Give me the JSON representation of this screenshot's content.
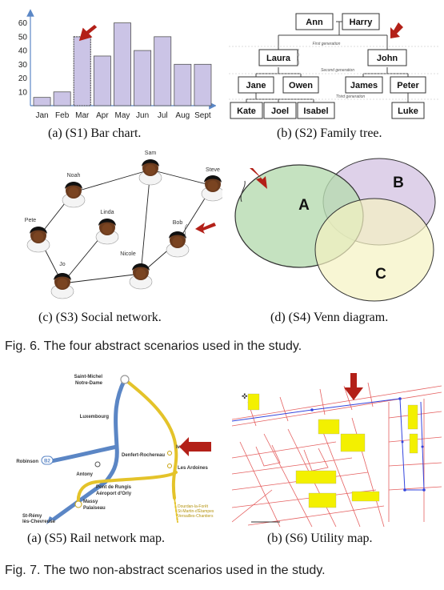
{
  "fig6": {
    "caption": "Fig. 6. The four abstract scenarios used in the study.",
    "s1": {
      "caption": "(a)  (S1) Bar chart.",
      "chart_data": {
        "type": "bar",
        "categories": [
          "Jan",
          "Feb",
          "Mar",
          "Apr",
          "May",
          "Jun",
          "Jul",
          "Aug",
          "Sept"
        ],
        "values": [
          6,
          10,
          50,
          36,
          60,
          40,
          50,
          30,
          30
        ],
        "ylim": [
          0,
          65
        ],
        "yticks": [
          10,
          20,
          30,
          40,
          50,
          60
        ],
        "highlight": "Mar",
        "bar_color": "#cbc4e6",
        "grid": false
      }
    },
    "s2": {
      "caption": "(b)  (S2) Family tree.",
      "root": [
        "Ann",
        "Harry"
      ],
      "gen1": [
        "Laura",
        "John"
      ],
      "gen2": [
        "Jane",
        "Owen",
        "James",
        "Peter"
      ],
      "gen3": [
        "Kate",
        "Joel",
        "Isabel",
        "Luke"
      ],
      "labels": [
        "First generation",
        "Second generation",
        "Third generation"
      ]
    },
    "s3": {
      "caption": "(c)  (S3) Social network.",
      "people": [
        "Sam",
        "Noah",
        "Steve",
        "Linda",
        "Pete",
        "Bob",
        "Nicole",
        "Jo"
      ]
    },
    "s4": {
      "caption": "(d)  (S4) Venn diagram.",
      "sets": [
        "A",
        "B",
        "C"
      ],
      "colors": {
        "A": "#b7dbb0",
        "B": "#d6c5e4",
        "C": "#f5f2c2"
      }
    }
  },
  "fig7": {
    "caption": "Fig. 7. The two non-abstract scenarios used in the study.",
    "s5": {
      "caption": "(a)  (S5) Rail network map.",
      "stations": [
        "Saint-Michel",
        "Notre-Dame",
        "Luxembourg",
        "Ivry sur-Seine",
        "Denfert-Rochereau",
        "Robinson",
        "Antony",
        "Les Ardoines",
        "Pont de Rungis",
        "Aéroport d'Orly",
        "Massy",
        "Palaiseau",
        "St-Rémy",
        "lès-Chevreuse"
      ],
      "badge": "B2",
      "yellow_note": [
        "Dourdan-la-Forêt",
        "St-Martin-d'Étampes",
        "Versailles-Chantiers"
      ]
    },
    "s6": {
      "caption": "(b)  (S6) Utility map."
    }
  },
  "colors": {
    "arrow": "#b32018",
    "rail_blue": "#5b86c5",
    "rail_yellow": "#e4c32a",
    "utility_red": "#e56060"
  }
}
